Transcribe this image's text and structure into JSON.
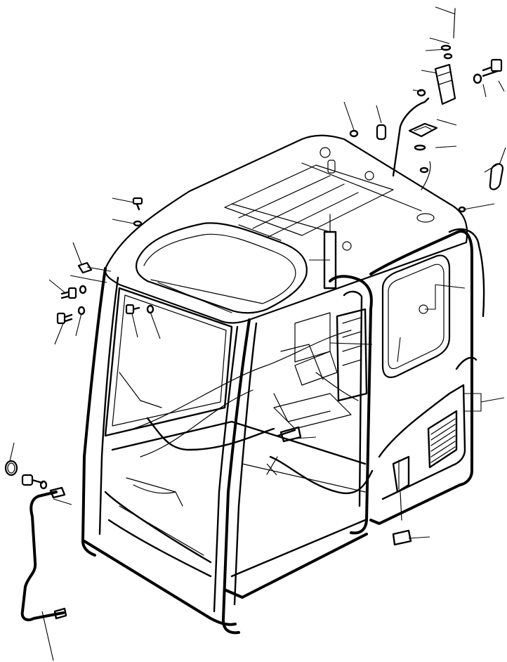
{
  "colors": {
    "line": "#000000",
    "background": "#ffffff"
  },
  "parts": [
    {
      "name": "cab-frame"
    },
    {
      "name": "roof-skylight"
    },
    {
      "name": "side-window"
    },
    {
      "name": "rear-door-frame"
    },
    {
      "name": "grab-handle"
    },
    {
      "name": "bolt"
    },
    {
      "name": "washer"
    },
    {
      "name": "plug-cap"
    },
    {
      "name": "rubber-pad"
    },
    {
      "name": "dome-light"
    },
    {
      "name": "bracket"
    },
    {
      "name": "wiring-harness"
    },
    {
      "name": "gas-strut"
    },
    {
      "name": "speaker-grille"
    },
    {
      "name": "rear-window-seal"
    }
  ]
}
